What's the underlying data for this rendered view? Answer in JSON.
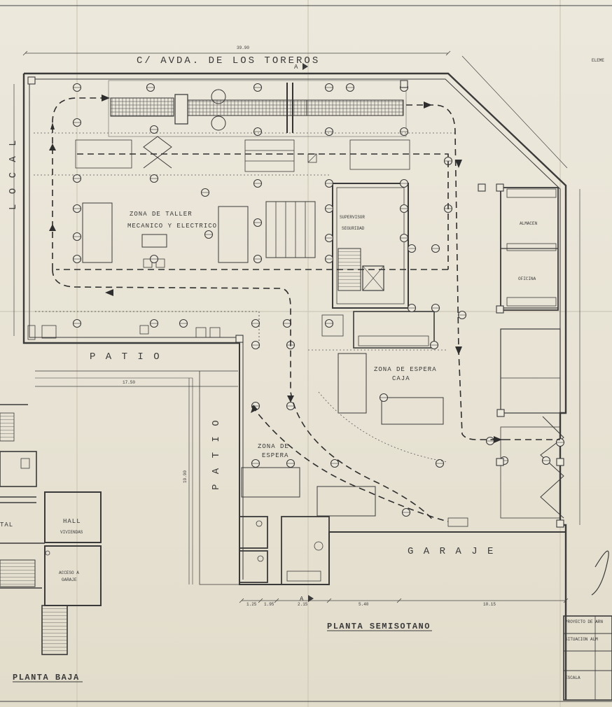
{
  "street": "C/ AVDA. DE LOS TOREROS",
  "section_mark": "A",
  "local_label": "L O C A L",
  "workshop_zone_line1": "ZONA DE TALLER",
  "workshop_zone_line2": "MECANICO Y ELECTRICO",
  "patio_top": "P A T I O",
  "patio_side": "P A T I O",
  "waiting_zone_line1": "ZONA DE",
  "waiting_zone_line2": "ESPERA",
  "cash_wait_line1": "ZONA DE ESPERA",
  "cash_wait_line2": "CAJA",
  "garage": "G A R A J E",
  "supervisor_line1": "SUPERVISOR",
  "supervisor_line2": "SEGURIDAD",
  "almacen": "ALMACEN",
  "oficina": "OFICINA",
  "ground_hall": "HALL",
  "ground_viviendas": "VIVIENDAS",
  "ground_acceso_line1": "ACCESO A",
  "ground_acceso_line2": "GARAJE",
  "ground_local": "TAL",
  "title_semisotano": "PLANTA SEMISOTANO",
  "title_baja": "PLANTA BAJA",
  "dims_bottom": [
    "1.25",
    "1.95",
    "2.15",
    "5.40",
    "10.15"
  ],
  "dim_side": "19.90",
  "dim_top": "39.90",
  "dim_left": "17.50",
  "titleblock_r1": "PROYECTO DE  ARN",
  "titleblock_r2": "SITUACION  ALM",
  "titleblock_r3": "ESCALA",
  "corner_label": "ELEME",
  "line_colors": {
    "ink": "#3a3a3a",
    "paper": "#ece8dc"
  }
}
